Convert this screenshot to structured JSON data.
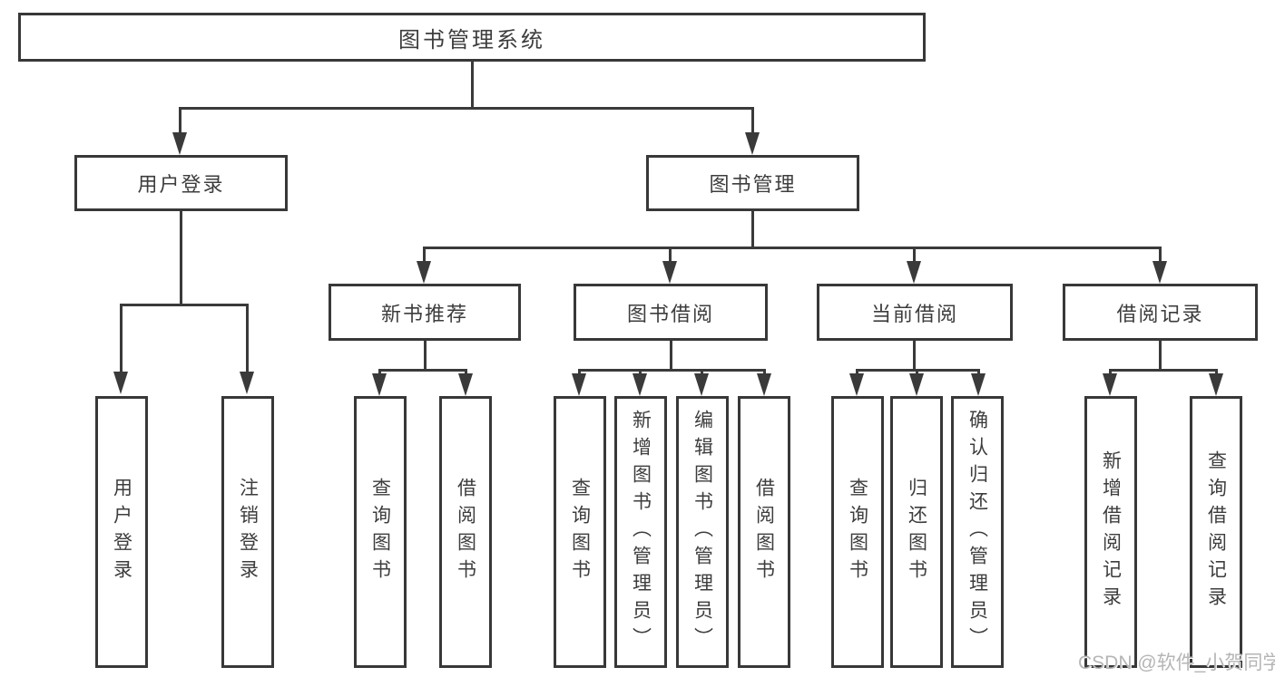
{
  "diagram": {
    "root": "图书管理系统",
    "branches": {
      "user_login": "用户登录",
      "book_management": "图书管理"
    },
    "modules": {
      "new_book_recommend": "新书推荐",
      "book_borrow": "图书借阅",
      "current_borrow": "当前借阅",
      "borrow_records": "借阅记录"
    },
    "leaves": {
      "user_login": "用户登录",
      "logout_login": "注销登录",
      "query_book_a": "查询图书",
      "borrow_book_a": "借阅图书",
      "query_book_b": "查询图书",
      "add_book_admin": "新增图书（管理员）",
      "edit_book_admin": "编辑图书（管理员）",
      "borrow_book_b": "借阅图书",
      "query_book_c": "查询图书",
      "return_book": "归还图书",
      "confirm_return_admin": "确认归还（管理员）",
      "add_borrow_record": "新增借阅记录",
      "query_borrow_record": "查询借阅记录"
    }
  },
  "watermark": "CSDN @软件_小贺同学",
  "colors": {
    "line": "#3a3a3a",
    "text": "#3d3d3d",
    "box_background": "#ffffff",
    "watermark": "#b5b5b5",
    "page_background": "#ffffff"
  }
}
